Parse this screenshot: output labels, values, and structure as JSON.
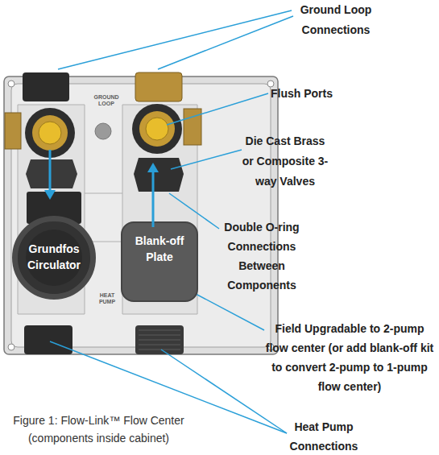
{
  "diagram": {
    "caption": "Figure 1: Flow-Link™ Flow Center (components inside cabinet)",
    "nodes": [
      {
        "text": [
          "GROUND LOOP",
          "HEAT PUMP"
        ]
      },
      {
        "text": [
          "Grundfos Circulator"
        ],
        "in": 0
      },
      {
        "text": [
          "Blank-off Plate"
        ],
        "in": 0
      }
    ],
    "labels": [
      "Ground Loop Connections",
      "Flush Ports",
      "Die Cast Brass or Composite 3-way Valves",
      "Double O-ring Connections Between Components",
      "Field Upgradable to 2-pump flow center (or add blank-off kit to convert 2-pump to 1-pump flow center)",
      "Heat Pump Connections"
    ]
  }
}
